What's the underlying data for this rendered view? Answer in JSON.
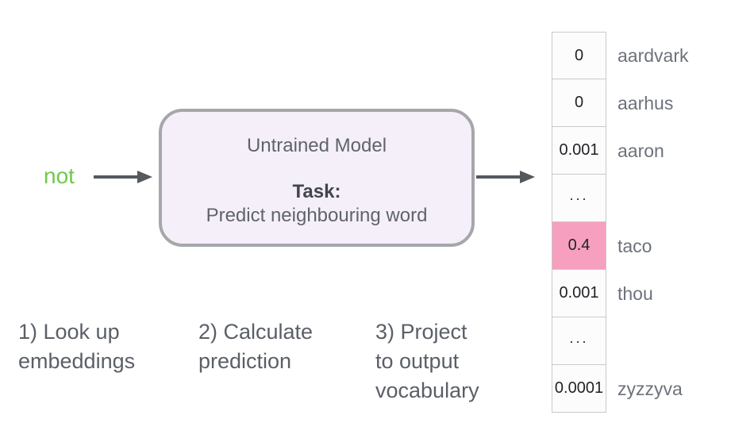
{
  "colors": {
    "accent_green": "#70C84E",
    "arrow": "#54585F",
    "box_fill": "#F5EFFA",
    "box_border": "#A5A7AA",
    "highlight_pink": "#F79FBE",
    "cell_border": "#C9C9CB",
    "label_gray": "#6C727B"
  },
  "input": {
    "token": "not"
  },
  "model_box": {
    "title": "Untrained Model",
    "task_label": "Task:",
    "task_description": "Predict neighbouring word"
  },
  "output_vector": {
    "highlight_index": 4,
    "rows": [
      {
        "value": "0",
        "label": "aardvark"
      },
      {
        "value": "0",
        "label": "aarhus"
      },
      {
        "value": "0.001",
        "label": "aaron"
      },
      {
        "value": "...",
        "label": ""
      },
      {
        "value": "0.4",
        "label": "taco"
      },
      {
        "value": "0.001",
        "label": "thou"
      },
      {
        "value": "...",
        "label": ""
      },
      {
        "value": "0.0001",
        "label": "zyzzyva"
      }
    ]
  },
  "steps": [
    {
      "lines": [
        "1) Look up",
        "embeddings",
        ""
      ]
    },
    {
      "lines": [
        "2) Calculate",
        "prediction",
        ""
      ]
    },
    {
      "lines": [
        "3) Project",
        "to output",
        "vocabulary"
      ]
    }
  ]
}
